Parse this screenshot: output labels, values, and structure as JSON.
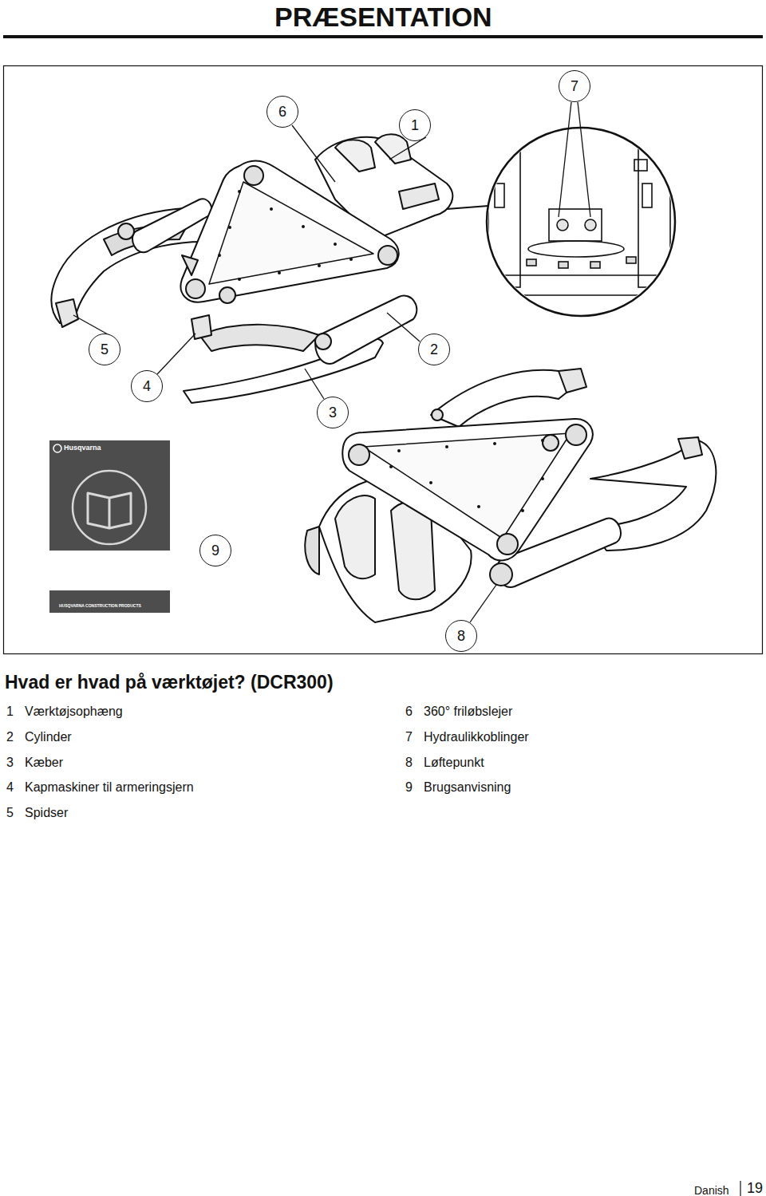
{
  "diagram": {
    "title": "PRÆSENTATION",
    "nodes": [
      {
        "text": [
          "7"
        ]
      },
      {
        "text": [
          "6"
        ]
      },
      {
        "text": [
          "1"
        ]
      },
      {
        "text": [
          "5"
        ]
      },
      {
        "text": [
          "2"
        ]
      },
      {
        "text": [
          "4"
        ]
      },
      {
        "text": [
          "3"
        ]
      },
      {
        "text": [
          "Husqvarna",
          "HUSQVARNA CONSTRUCTION PRODUCTS"
        ]
      },
      {
        "text": [
          "9"
        ]
      },
      {
        "text": [
          "8"
        ]
      }
    ],
    "labels": [
      "Hvad er hvad på værktøjet? (DCR300)",
      "1",
      "Værktøjsophæng",
      "2",
      "Cylinder",
      "3",
      "Kæber",
      "4",
      "Kapmaskiner til armeringsjern",
      "5",
      "Spidser",
      "6",
      "360° friløbslejer",
      "7",
      "Hydraulikkoblinger",
      "8",
      "Løftepunkt",
      "9",
      "Brugsanvisning",
      "Danish",
      "19"
    ]
  }
}
